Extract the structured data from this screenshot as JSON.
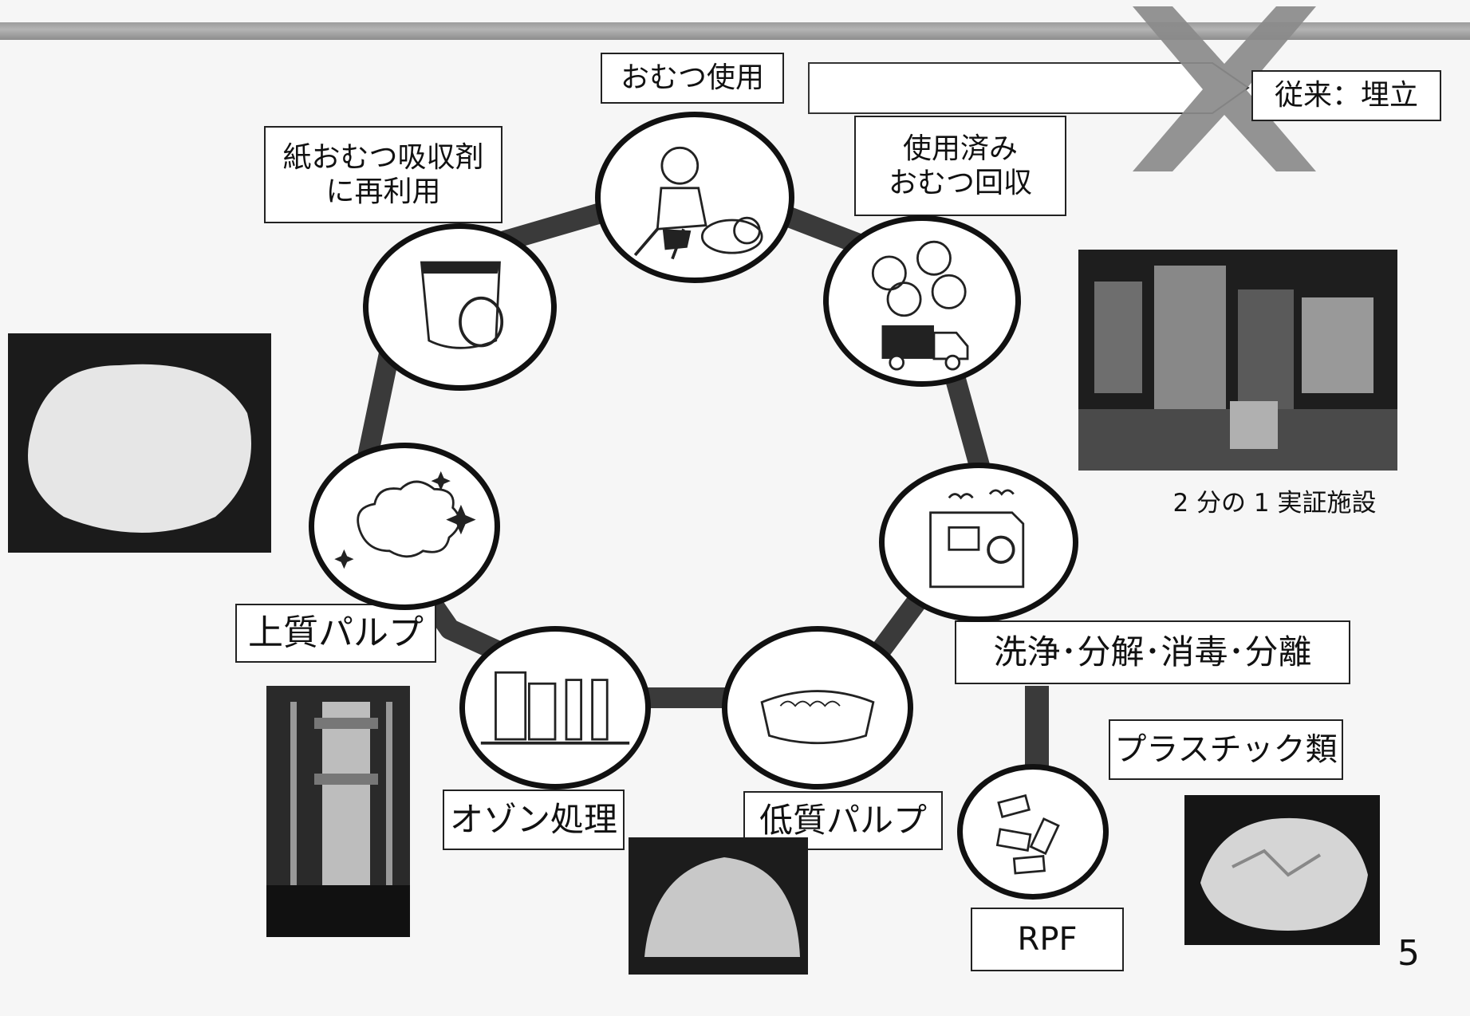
{
  "labels": {
    "diaper_use": "おむつ使用",
    "conventional": "従来：埋立",
    "collection": "使用済み\nおむつ回収",
    "reuse": "紙おむつ吸収剤\nに再利用",
    "high_pulp": "上質パルプ",
    "wash": "洗浄･分解･消毒･分離",
    "plastics": "プラスチック類",
    "ozone": "オゾン処理",
    "low_pulp": "低質パルプ",
    "rpf": "RPF"
  },
  "photo_captions": {
    "demo_facility": "2 分の 1 実証施設"
  },
  "page_number": "5",
  "colors": {
    "ring": "#3a3a3a",
    "cross": "#8a8a8a",
    "frame": "#222222"
  }
}
